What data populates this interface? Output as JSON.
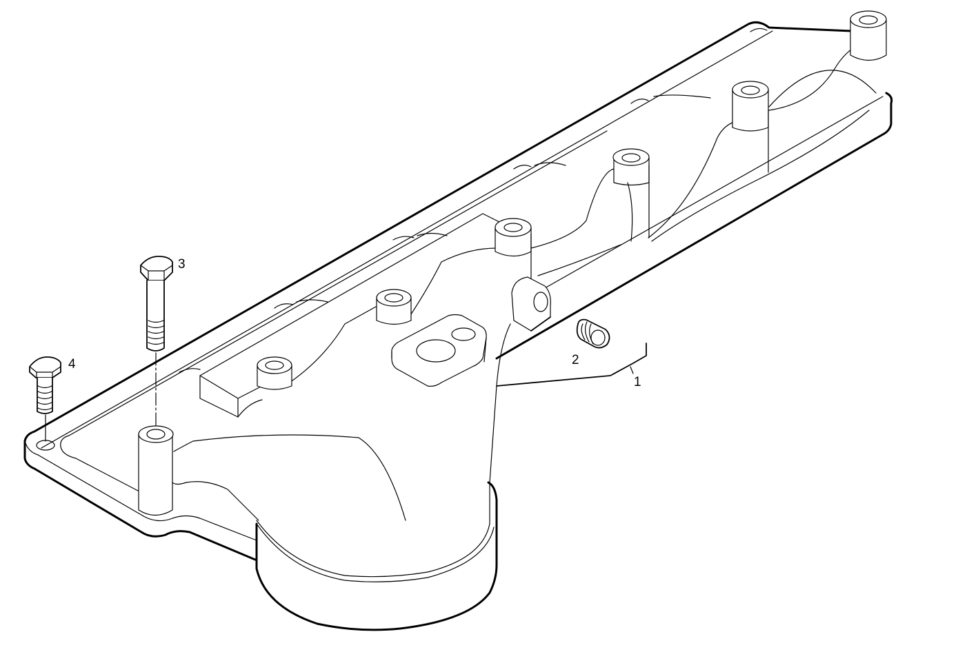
{
  "diagram": {
    "subject": "exhaust manifold exploded parts view",
    "line_color": "#000000",
    "background": "#ffffff"
  },
  "callouts": [
    {
      "id": "1",
      "label": "1",
      "part": "manifold-assembly"
    },
    {
      "id": "2",
      "label": "2",
      "part": "threaded-plug"
    },
    {
      "id": "3",
      "label": "3",
      "part": "long-hex-bolt"
    },
    {
      "id": "4",
      "label": "4",
      "part": "short-hex-bolt"
    }
  ]
}
